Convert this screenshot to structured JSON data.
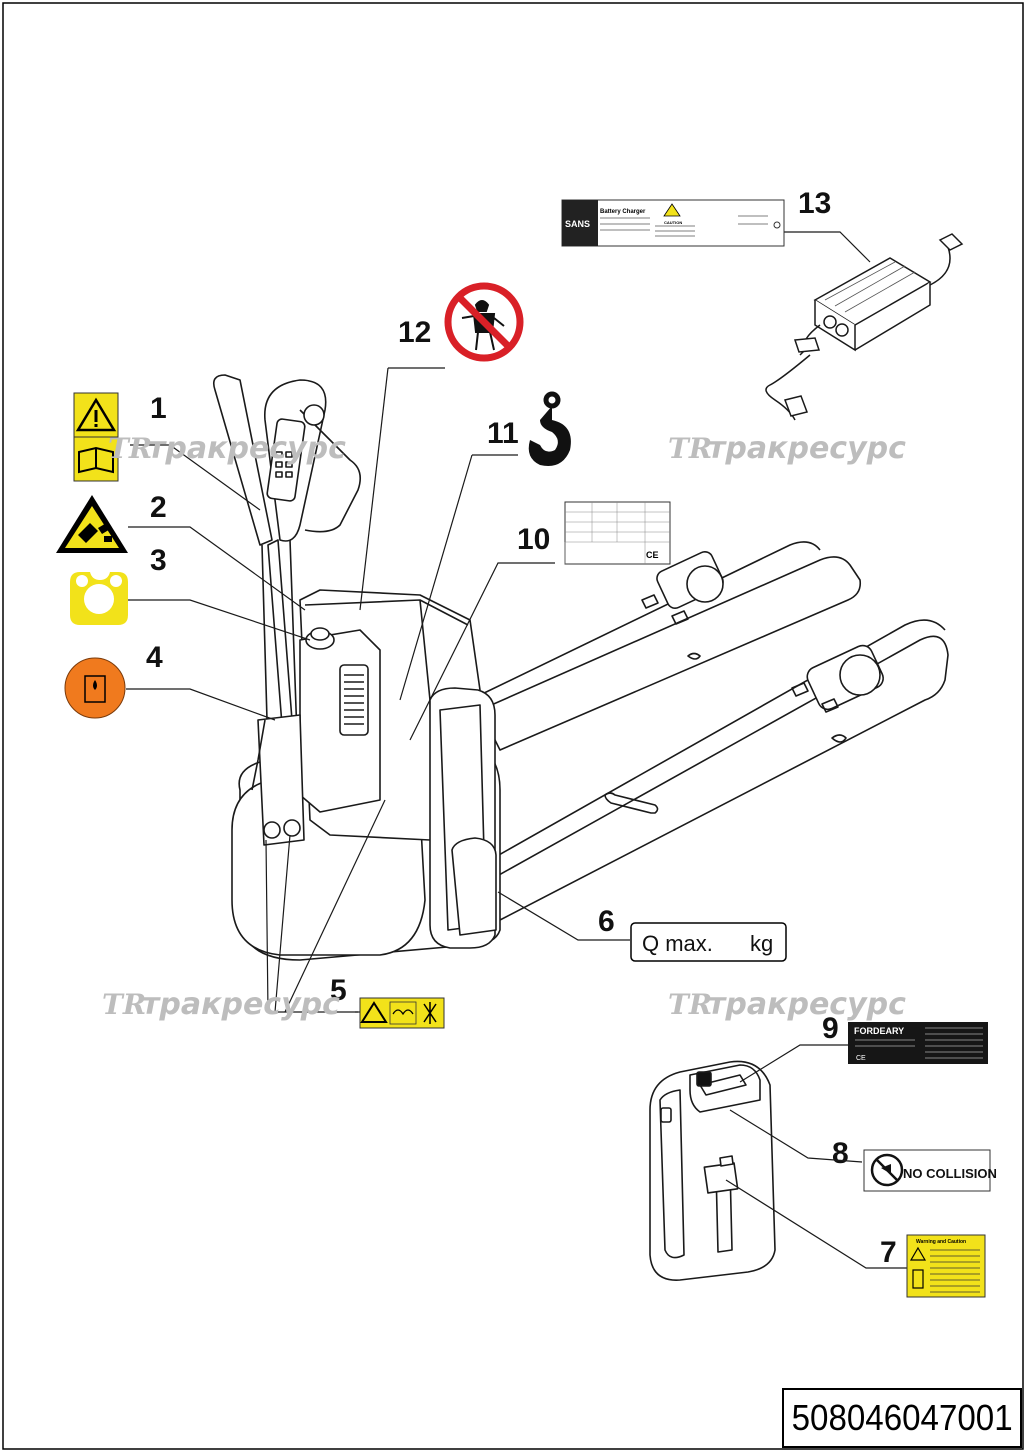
{
  "watermark": {
    "logo": "TR",
    "text": "тракресурс"
  },
  "callouts": [
    "1",
    "2",
    "3",
    "4",
    "5",
    "6",
    "7",
    "8",
    "9",
    "10",
    "11",
    "12",
    "13"
  ],
  "labels": {
    "load_plate": {
      "q": "Q max.",
      "unit": "kg"
    },
    "no_collision": "NO COLLISION",
    "battery_label_brand": "FORDEARY",
    "charger_label_title": "Battery Charger",
    "charger_label_brand": "SANS",
    "charger_label_caution": "CAUTION",
    "warning_caution_title": "Warning and Caution",
    "ce_mark": "CE"
  },
  "part_number": "508046047001",
  "colors": {
    "warning_yellow": "#f2e21a",
    "orange": "#f07a1e",
    "prohibit_red": "#d92027",
    "line": "#1a1a1a",
    "watermark": "#bdbdbd"
  }
}
